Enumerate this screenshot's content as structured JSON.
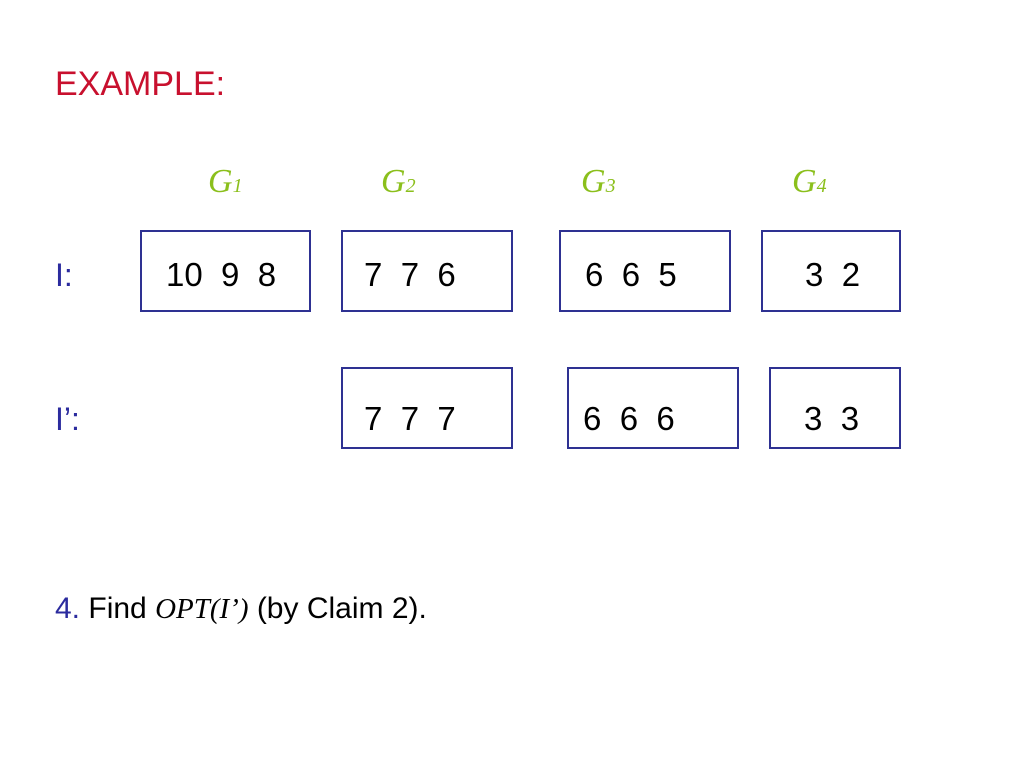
{
  "title": "EXAMPLE:",
  "groups": [
    {
      "letter": "G",
      "sub": "1"
    },
    {
      "letter": "G",
      "sub": "2"
    },
    {
      "letter": "G",
      "sub": "3"
    },
    {
      "letter": "G",
      "sub": "4"
    }
  ],
  "rows": {
    "I": {
      "label": "I:",
      "boxes": [
        "10  9  8",
        "7  7  6",
        "6  6  5",
        "3  2"
      ]
    },
    "I_prime": {
      "label": "I’:",
      "boxes": [
        "7  7  7",
        "6  6  6",
        "3  3"
      ]
    }
  },
  "step": {
    "number": "4.",
    "text_before": " Find ",
    "math": "OPT(I’)",
    "text_after": " (by Claim 2)."
  },
  "colors": {
    "title": "#c8102e",
    "group_labels": "#8bbf1c",
    "row_labels": "#2b2b9e",
    "box_border": "#2e3192"
  }
}
